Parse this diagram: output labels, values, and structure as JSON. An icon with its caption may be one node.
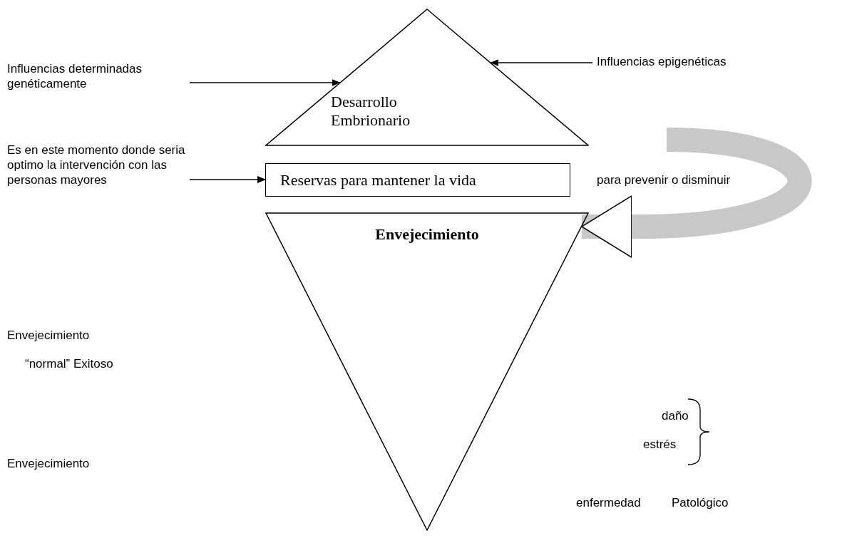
{
  "diagram": {
    "nodes": [
      {
        "text": [
          "Influencias determinadas genéticamente"
        ]
      },
      {
        "text": [
          "Desarrollo Embrionario"
        ]
      },
      {
        "text": [
          "Influencias epigenéticas"
        ]
      },
      {
        "text": [
          "Es en este momento donde seria optimo la intervención con las personas mayores"
        ]
      },
      {
        "text": [
          "Reservas para mantener la vida"
        ]
      },
      {
        "text": [
          "Envejecimiento"
        ]
      }
    ],
    "edges": [
      {
        "from": 0,
        "to": 1,
        "arrow": "to"
      },
      {
        "from": 2,
        "to": 1,
        "arrow": "to"
      },
      {
        "from": 3,
        "to": 4,
        "arrow": "to"
      },
      {
        "from": null,
        "to": 5,
        "arrow": "to",
        "style": "thick",
        "color": "#c8c8c8"
      }
    ],
    "labels": [
      "para prevenir o disminuir",
      "Envejecimiento",
      "“normal” Exitoso",
      "daño",
      "estrés",
      "Envejecimiento",
      "enfermedad",
      "Patológico"
    ]
  }
}
